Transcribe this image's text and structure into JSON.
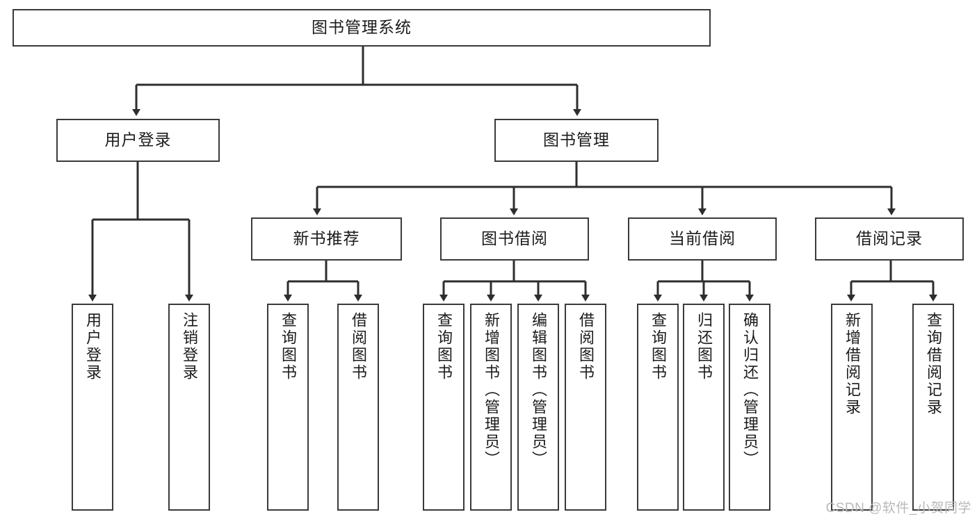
{
  "diagram": {
    "title": "图书管理系统",
    "type": "tree",
    "watermark": "CSDN @软件_小贺同学",
    "colors": {
      "box_border": "#3a3a3a",
      "box_fill": "#ffffff",
      "edge": "#2e2e2e",
      "text": "#1b1b1b",
      "watermark": "#b9b9b9"
    },
    "nodes": {
      "root": {
        "label": "图书管理系统"
      },
      "tier2": [
        {
          "id": "user-login",
          "label": "用户登录"
        },
        {
          "id": "book-manage",
          "label": "图书管理"
        }
      ],
      "tier3": [
        {
          "id": "new-book-rec",
          "label": "新书推荐"
        },
        {
          "id": "book-borrow",
          "label": "图书借阅"
        },
        {
          "id": "current-borrow",
          "label": "当前借阅"
        },
        {
          "id": "borrow-record",
          "label": "借阅记录"
        }
      ],
      "leaves": {
        "user-login": [
          {
            "id": "leaf-user-login",
            "label": "用户登录"
          },
          {
            "id": "leaf-logout",
            "label": "注销登录"
          }
        ],
        "new-book-rec": [
          {
            "id": "leaf-query-book-1",
            "label": "查询图书"
          },
          {
            "id": "leaf-borrow-book-1",
            "label": "借阅图书"
          }
        ],
        "book-borrow": [
          {
            "id": "leaf-query-book-2",
            "label": "查询图书"
          },
          {
            "id": "leaf-add-book",
            "label": "新增图书（管理员）"
          },
          {
            "id": "leaf-edit-book",
            "label": "编辑图书（管理员）"
          },
          {
            "id": "leaf-borrow-book-2",
            "label": "借阅图书"
          }
        ],
        "current-borrow": [
          {
            "id": "leaf-query-book-3",
            "label": "查询图书"
          },
          {
            "id": "leaf-return-book",
            "label": "归还图书"
          },
          {
            "id": "leaf-confirm-return",
            "label": "确认归还（管理员）"
          }
        ],
        "borrow-record": [
          {
            "id": "leaf-add-record",
            "label": "新增借阅记录"
          },
          {
            "id": "leaf-query-record",
            "label": "查询借阅记录"
          }
        ]
      }
    }
  }
}
